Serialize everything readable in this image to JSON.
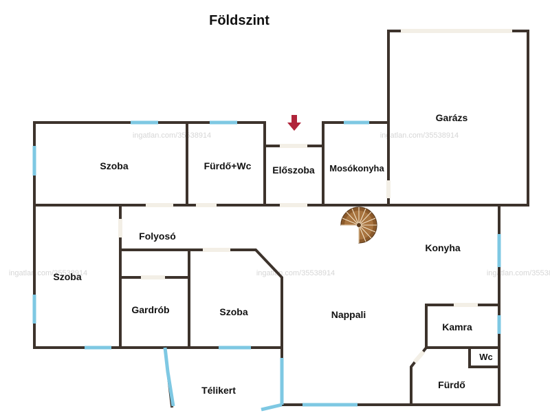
{
  "plan": {
    "title": "Földszint",
    "watermark": "ingatlan.com/35538914",
    "rooms": {
      "szoba_top": "Szoba",
      "furdo_wc": "Fürdő+Wc",
      "eloszoba": "Előszoba",
      "mosokonyha": "Mosókonyha",
      "garazs": "Garázs",
      "folyoso": "Folyosó",
      "konyha": "Konyha",
      "szoba_left": "Szoba",
      "gardrob": "Gardrób",
      "szoba_mid": "Szoba",
      "nappali": "Nappali",
      "kamra": "Kamra",
      "wc": "Wc",
      "furdo": "Fürdő",
      "telikert": "Télikert"
    },
    "colors": {
      "wall": "#3d332c",
      "window": "#7ec8e3",
      "entrance_arrow": "#b0243a",
      "stair": "#8b5a2b"
    },
    "icons": {
      "entrance": "down-arrow-icon",
      "stairs": "spiral-staircase-icon"
    }
  }
}
